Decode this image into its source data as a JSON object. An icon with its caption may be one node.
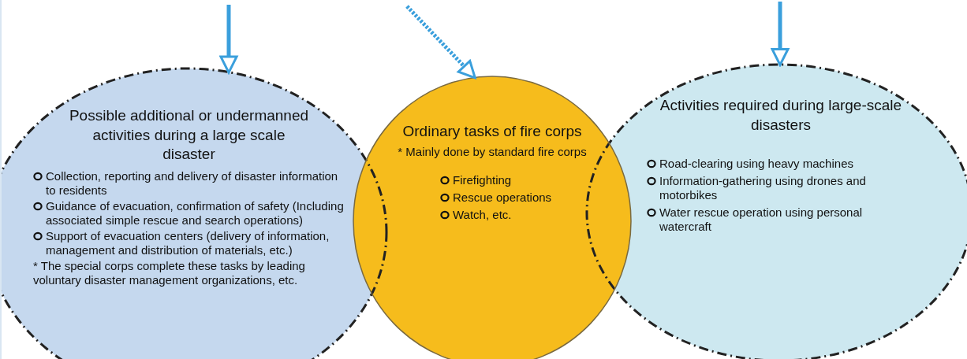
{
  "diagram": {
    "nodes": [
      {
        "text": [
          "Possible additional or undermanned activities during a large scale disaster",
          "Collection, reporting and delivery of disaster information to residents",
          "Guidance of evacuation, confirmation of safety (Including associated simple rescue and search operations)",
          "Support of evacuation centers (delivery of information, management and distribution of materials, etc.)",
          "* The special corps complete these tasks by leading voluntary disaster management organizations, etc."
        ]
      },
      {
        "text": [
          "Ordinary tasks of fire corps",
          "* Mainly done by standard fire corps",
          "Firefighting",
          "Rescue operations",
          "Watch, etc."
        ]
      },
      {
        "text": [
          "Activities required during large-scale disasters",
          "Road-clearing using heavy machines",
          "Information-gathering using drones and motorbikes",
          "Water rescue operation using personal watercraft"
        ]
      }
    ],
    "edges": [
      {
        "from": null,
        "to": 0,
        "arrow": "to"
      },
      {
        "from": null,
        "to": 1,
        "arrow": "to",
        "style": "dashed"
      },
      {
        "from": null,
        "to": 2,
        "arrow": "to"
      }
    ]
  }
}
